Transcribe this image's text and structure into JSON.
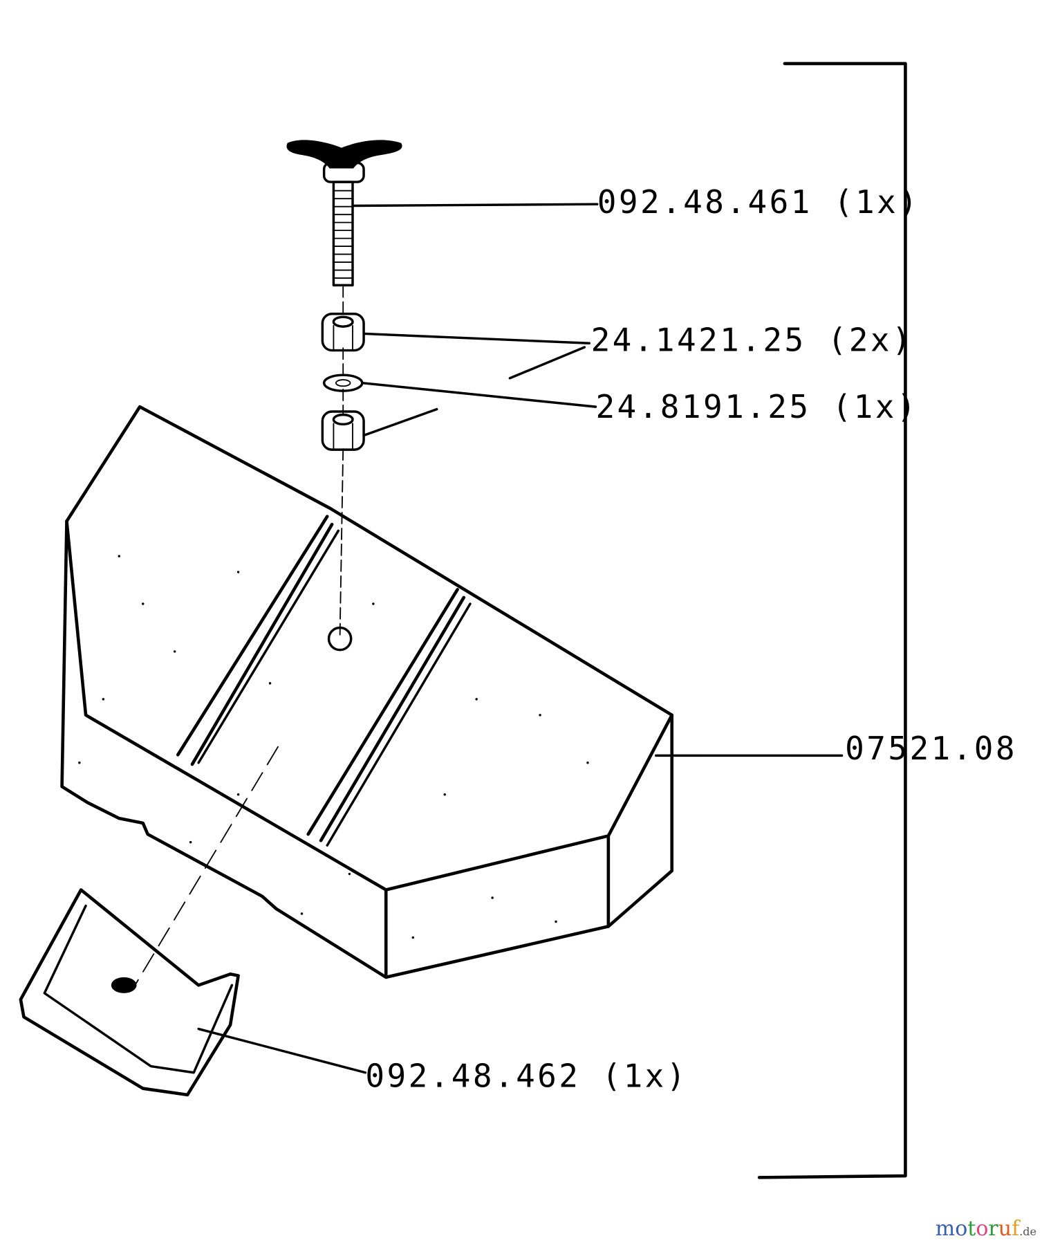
{
  "diagram": {
    "type": "exploded-parts-diagram",
    "assembly": {
      "part_number": "07521.08"
    },
    "parts": [
      {
        "id": "knob-screw",
        "part_number": "092.48.461",
        "quantity": "(1x)",
        "label": "092.48.461  (1x)"
      },
      {
        "id": "hex-nut",
        "part_number": "24.1421.25",
        "quantity": "(2x)",
        "label": "24.1421.25  (2x)"
      },
      {
        "id": "washer",
        "part_number": "24.8191.25",
        "quantity": "(1x)",
        "label": "24.8191.25  (1x)"
      },
      {
        "id": "pressure-plate",
        "part_number": "092.48.462",
        "quantity": "(1x)",
        "label": "092.48.462  (1x)"
      }
    ],
    "assembly_label": "07521.08"
  },
  "watermark": {
    "brand": "motoruf",
    "tld": ".de",
    "letter_colors": [
      "#3a5fb0",
      "#3a5fb0",
      "#2f9a3a",
      "#e0447d",
      "#2f9a3a",
      "#e05a20",
      "#e0a020"
    ]
  }
}
